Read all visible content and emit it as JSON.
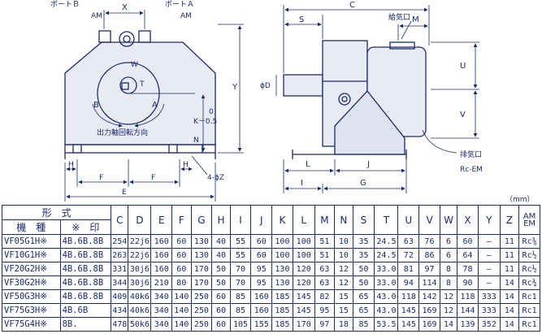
{
  "front_view": {
    "port_b": "ポートＢ",
    "port_a": "ポートＡ",
    "port_b_spec": "AM",
    "port_a_spec": "AM",
    "dim_x": "X",
    "dim_y": "Y",
    "dim_w": "W",
    "dim_t": "T",
    "dim_b": "B",
    "dim_a": "A",
    "dim_o": "0",
    "dim_k": "K－0.5",
    "rotation_label": "出力軸回転方向",
    "dim_n": "N",
    "dim_h_left": "H",
    "dim_h_right": "H",
    "dim_f_left": "F",
    "dim_f_right": "F",
    "dim_e": "E",
    "dim_z": "4-ϕZ"
  },
  "side_view": {
    "dim_c": "C",
    "dim_s": "S",
    "intake_label": "給気口",
    "dim_m": "M",
    "dim_u": "U",
    "dim_d": "ϕD",
    "dim_v": "V",
    "exhaust_label": "排気口",
    "exhaust_spec": "Rc-EM",
    "dim_l": "L",
    "dim_j": "J",
    "dim_i": "I",
    "dim_g": "G"
  },
  "unit_label": "（mm）",
  "table": {
    "header_top": "形　式",
    "header_model": "機　種",
    "header_mark": "※　印",
    "columns": [
      "C",
      "D",
      "E",
      "F",
      "G",
      "H",
      "I",
      "J",
      "K",
      "L",
      "M",
      "N",
      "S",
      "T",
      "U",
      "V",
      "W",
      "X",
      "Y",
      "Z"
    ],
    "last_col_top": "AM",
    "last_col_bottom": "EM",
    "rows": [
      {
        "model": "VF05G1H※",
        "mark": "4B.6B.8B",
        "values": [
          "254",
          "22j6",
          "160",
          "60",
          "130",
          "40",
          "55",
          "60",
          "100",
          "100",
          "51",
          "10",
          "35",
          "24.5",
          "63",
          "76",
          "6",
          "60",
          "—",
          "11"
        ],
        "am": "Rc⅜"
      },
      {
        "model": "VF10G1H※",
        "mark": "4B.6B.8B",
        "values": [
          "263",
          "22j6",
          "160",
          "60",
          "130",
          "40",
          "55",
          "60",
          "100",
          "100",
          "51",
          "10",
          "35",
          "24.5",
          "72",
          "86",
          "6",
          "64",
          "—",
          "11"
        ],
        "am": "Rc½"
      },
      {
        "model": "VF20G2H※",
        "mark": "4B.6B.8B",
        "values": [
          "331",
          "30j6",
          "160",
          "60",
          "170",
          "50",
          "70",
          "95",
          "130",
          "120",
          "63",
          "12",
          "50",
          "33.0",
          "81",
          "97",
          "8",
          "78",
          "—",
          "11"
        ],
        "am": "Rc½"
      },
      {
        "model": "VF30G2H※",
        "mark": "4B.6B.8B",
        "values": [
          "344",
          "30j6",
          "210",
          "80",
          "170",
          "50",
          "70",
          "95",
          "130",
          "120",
          "63",
          "12",
          "50",
          "33.0",
          "94",
          "114",
          "8",
          "90",
          "—",
          "14"
        ],
        "am": "Rc¾"
      },
      {
        "model": "VF50G3H※",
        "mark": "4B.6B.8B",
        "values": [
          "409",
          "40k6",
          "340",
          "140",
          "250",
          "60",
          "85",
          "160",
          "185",
          "145",
          "82",
          "15",
          "65",
          "43.0",
          "118",
          "142",
          "12",
          "118",
          "333",
          "14"
        ],
        "am": "Rc1"
      },
      {
        "model": "VF75G3H※",
        "mark": "4B.6B",
        "values": [
          "434",
          "40k6",
          "340",
          "140",
          "250",
          "60",
          "85",
          "160",
          "185",
          "145",
          "95",
          "15",
          "65",
          "43.0",
          "145",
          "169",
          "12",
          "144",
          "333",
          "14"
        ],
        "am": "Rc1"
      },
      {
        "model": "VF75G4H※",
        "mark": "8B.",
        "values": [
          "478",
          "50k6",
          "340",
          "140",
          "250",
          "60",
          "105",
          "155",
          "185",
          "170",
          "97",
          "18",
          "85",
          "53.5",
          "145",
          "169",
          "14",
          "139",
          "352",
          "14"
        ],
        "am": "Rc1"
      }
    ]
  }
}
